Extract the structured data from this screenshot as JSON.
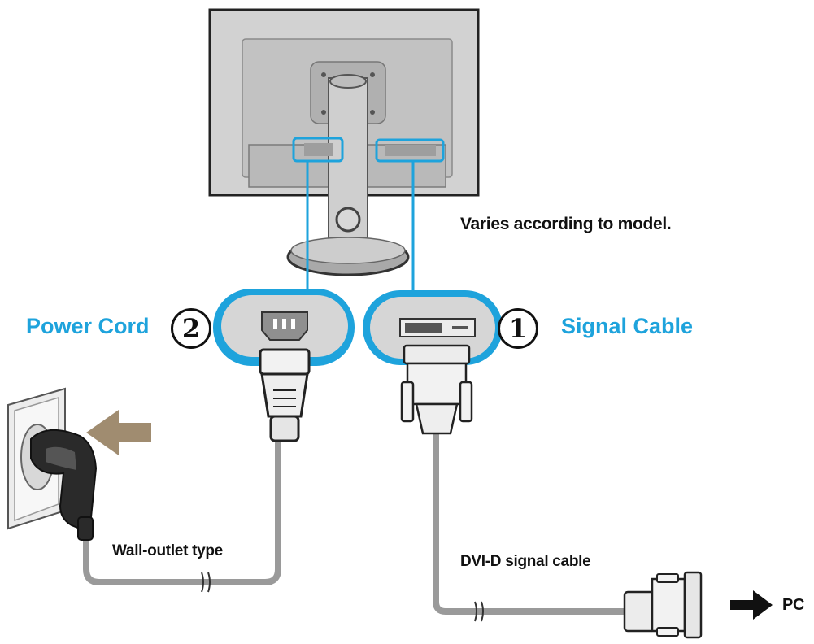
{
  "note": "Varies according to model.",
  "callouts": {
    "power": {
      "number": "2",
      "label": "Power Cord"
    },
    "signal": {
      "number": "1",
      "label": "Signal Cable"
    }
  },
  "cable_labels": {
    "wall": "Wall-outlet type",
    "dvi": "DVI-D signal cable",
    "pc": "PC"
  },
  "colors": {
    "callout_blue": "#1ea3dc",
    "highlight_outline": "#1ea3dc",
    "arrow_brown": "#a08c70",
    "monitor_gray": "#c9c9c9",
    "cable_gray": "#9a9a9a"
  },
  "icons": [
    "monitor-back",
    "power-socket-icon",
    "dvi-port-icon",
    "power-plug-icon",
    "dvi-connector-icon",
    "wall-outlet-icon",
    "arrow-right-icon"
  ]
}
